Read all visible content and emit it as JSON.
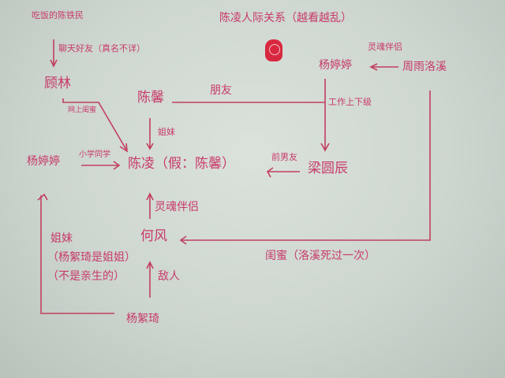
{
  "title": "陈凌人际关系（越看越乱）",
  "nodes": {
    "chen_tiemin": "吃饭的陈铁民",
    "gu_lin": "顾林",
    "chen_xin": "陈馨",
    "yang_tingting_top": "杨婷婷",
    "zhou_yuluoxi": "周雨洛溪",
    "yang_tingting_left": "杨婷婷",
    "chen_ling": "陈凌（假：陈馨）",
    "liang_yuanchen": "梁圆辰",
    "he_feng": "何风",
    "yang_xuqi": "杨絮琦"
  },
  "edges": {
    "chat_friend": "聊天好友（真名不详）",
    "online_bestie": "网上闺蜜",
    "friend": "朋友",
    "soulmate_top": "灵魂伴侣",
    "work_superior": "工作上下级",
    "sisters_top": "姐妹",
    "classmate": "小学同学",
    "ex_boyfriend": "前男友",
    "soulmate_mid": "灵魂伴侣",
    "bestie": "闺蜜（洛溪死过一次）",
    "sisters_left": "姐妹",
    "sisters_note1": "（杨絮琦是姐姐）",
    "sisters_note2": "（不是亲生的）",
    "enemy": "敌人"
  },
  "colors": {
    "ink": "#c83a6a",
    "stamp": "#d8283f"
  }
}
